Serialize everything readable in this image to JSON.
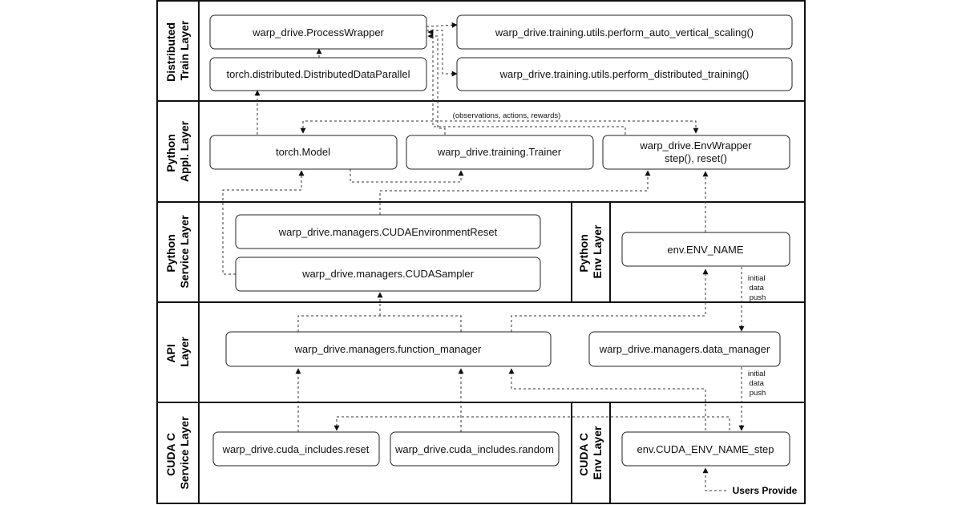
{
  "layers": {
    "distributed": "Distributed Train Layer",
    "python_appl": "Python Appl. Layer",
    "python_service": "Python Service Layer",
    "python_env": "Python Env Layer",
    "api": "API Layer",
    "cuda_service": "CUDA C Service Layer",
    "cuda_env": "CUDA C Env Layer"
  },
  "nodes": {
    "process_wrapper": "warp_drive.ProcessWrapper",
    "ddp": "torch.distributed.DistributedDataParallel",
    "auto_scaling": "warp_drive.training.utils.perform_auto_vertical_scaling()",
    "distributed_training": "warp_drive.training.utils.perform_distributed_training()",
    "torch_model": "torch.Model",
    "trainer": "warp_drive.training.Trainer",
    "env_wrapper_line1": "warp_drive.EnvWrapper",
    "env_wrapper_line2": "step(), reset()",
    "cuda_env_reset": "warp_drive.managers.CUDAEnvironmentReset",
    "cuda_sampler": "warp_drive.managers.CUDASampler",
    "env_name": "env.ENV_NAME",
    "function_manager": "warp_drive.managers.function_manager",
    "data_manager": "warp_drive.managers.data_manager",
    "cuda_reset": "warp_drive.cuda_includes.reset",
    "cuda_random": "warp_drive.cuda_includes.random",
    "cuda_env_step": "env.CUDA_ENV_NAME_step"
  },
  "annotations": {
    "obs_actions_rewards": "(observations, actions, rewards)",
    "initial_data_push_1": [
      "initial",
      "data",
      "push"
    ],
    "initial_data_push_2": [
      "initial",
      "data",
      "push"
    ],
    "users_provide": "Users Provide"
  }
}
